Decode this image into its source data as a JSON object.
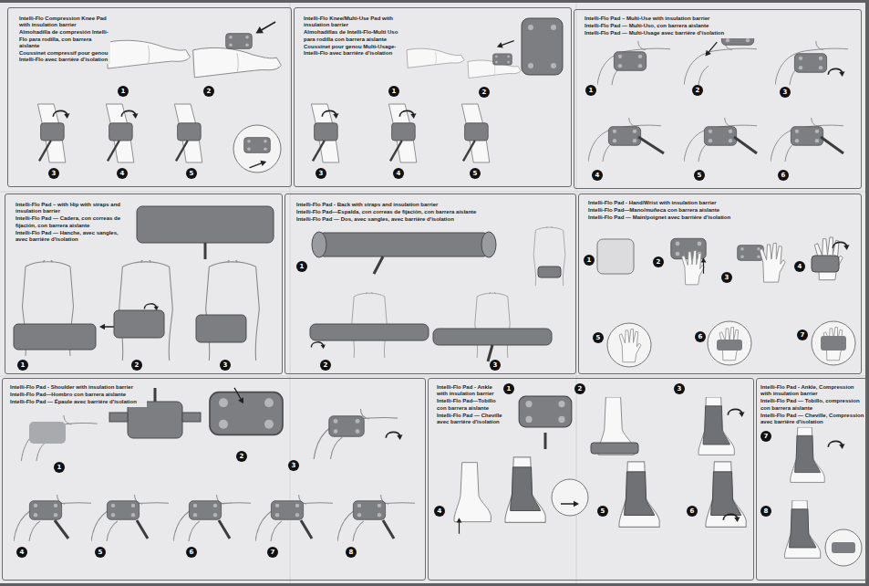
{
  "diagram": {
    "nodes": [
      {
        "text": [
          "Intelli-Flo Compression Knee Pad with insulation barrier",
          "Almohadilla de compresión Intelli-Flo para rodilla, con barrera aislante",
          "Coussinet compressif pour genou Intelli-Flo avec barrière d'isolation"
        ]
      },
      {
        "text": [
          "Intelli-Flo Knee/Multi-Use Pad with insulation barrier",
          "Almohadillas de Intelli-Flo-Multi Uso para rodilla con barrera aislante",
          "Coussinet pour genou Multi-Usage-Intelli-Flo avec barrière d'isolation"
        ]
      },
      {
        "text": [
          "Intelli-Flo Pad – Multi-Use with insulation barrier",
          "Intelli-Flo Pad — Multi-Uso, con barrera aislante",
          "Intelli-Flo Pad — Multi-Usage avec barrière d'isolation"
        ]
      },
      {
        "text": [
          "Intelli-Flo Pad – with Hip with straps and insulation barrier",
          "Intelli-Flo Pad — Cadera, con correas de fijación, con barrera aislante",
          "Intelli-Flo Pad — Hanche, avec sangles, avec barrière d'isolation"
        ]
      },
      {
        "text": [
          "Intelli-Flo Pad - Back with straps and insulation barrier",
          "Intelli-Flo Pad—Espalda, con correas de fijación, con barrera aislante",
          "Intelli-Flo Pad — Dos, avec sangles, avec barrière d'isolation"
        ]
      },
      {
        "text": [
          "Intelli-Flo Pad - Hand/Wrist with insulation barrier",
          "Intelli-Flo Pad—Mano/muñeca con barrera aislante",
          "Intelli-Flo Pad — Main/poignet avec barrière d'isolation"
        ]
      },
      {
        "text": [
          "Intelli-Flo Pad - Shoulder with insulation barrier",
          "Intelli-Flo Pad—Hombro con barrera aislante",
          "Intelli-Flo Pad — Épaule avec barrière d'isolation"
        ]
      },
      {
        "text": [
          "Intelli-Flo Pad - Ankle with insulation barrier",
          "Intelli-Flo Pad—Tobillo con barrera aislante",
          "Intelli-Flo Pad — Cheville avec barrière d'isolation"
        ]
      },
      {
        "text": [
          "Intelli-Flo Pad - Ankle, Compression with insulation barrier",
          "Intelli-Flo Pad — Tobillo, compression con barrera aislante",
          "Intelli-Flo Pad — Cheville, Compression avec barrière d'isolation"
        ]
      }
    ],
    "labels": [
      "1",
      "2",
      "3",
      "4",
      "5",
      "1",
      "2",
      "3",
      "4",
      "5",
      "1",
      "2",
      "3",
      "4",
      "5",
      "6",
      "1",
      "2",
      "3",
      "1",
      "2",
      "3",
      "1",
      "2",
      "3",
      "4",
      "5",
      "6",
      "7",
      "1",
      "2",
      "3",
      "4",
      "5",
      "6",
      "7",
      "8",
      "1",
      "2",
      "3",
      "4",
      "5",
      "6",
      "7",
      "8"
    ]
  }
}
